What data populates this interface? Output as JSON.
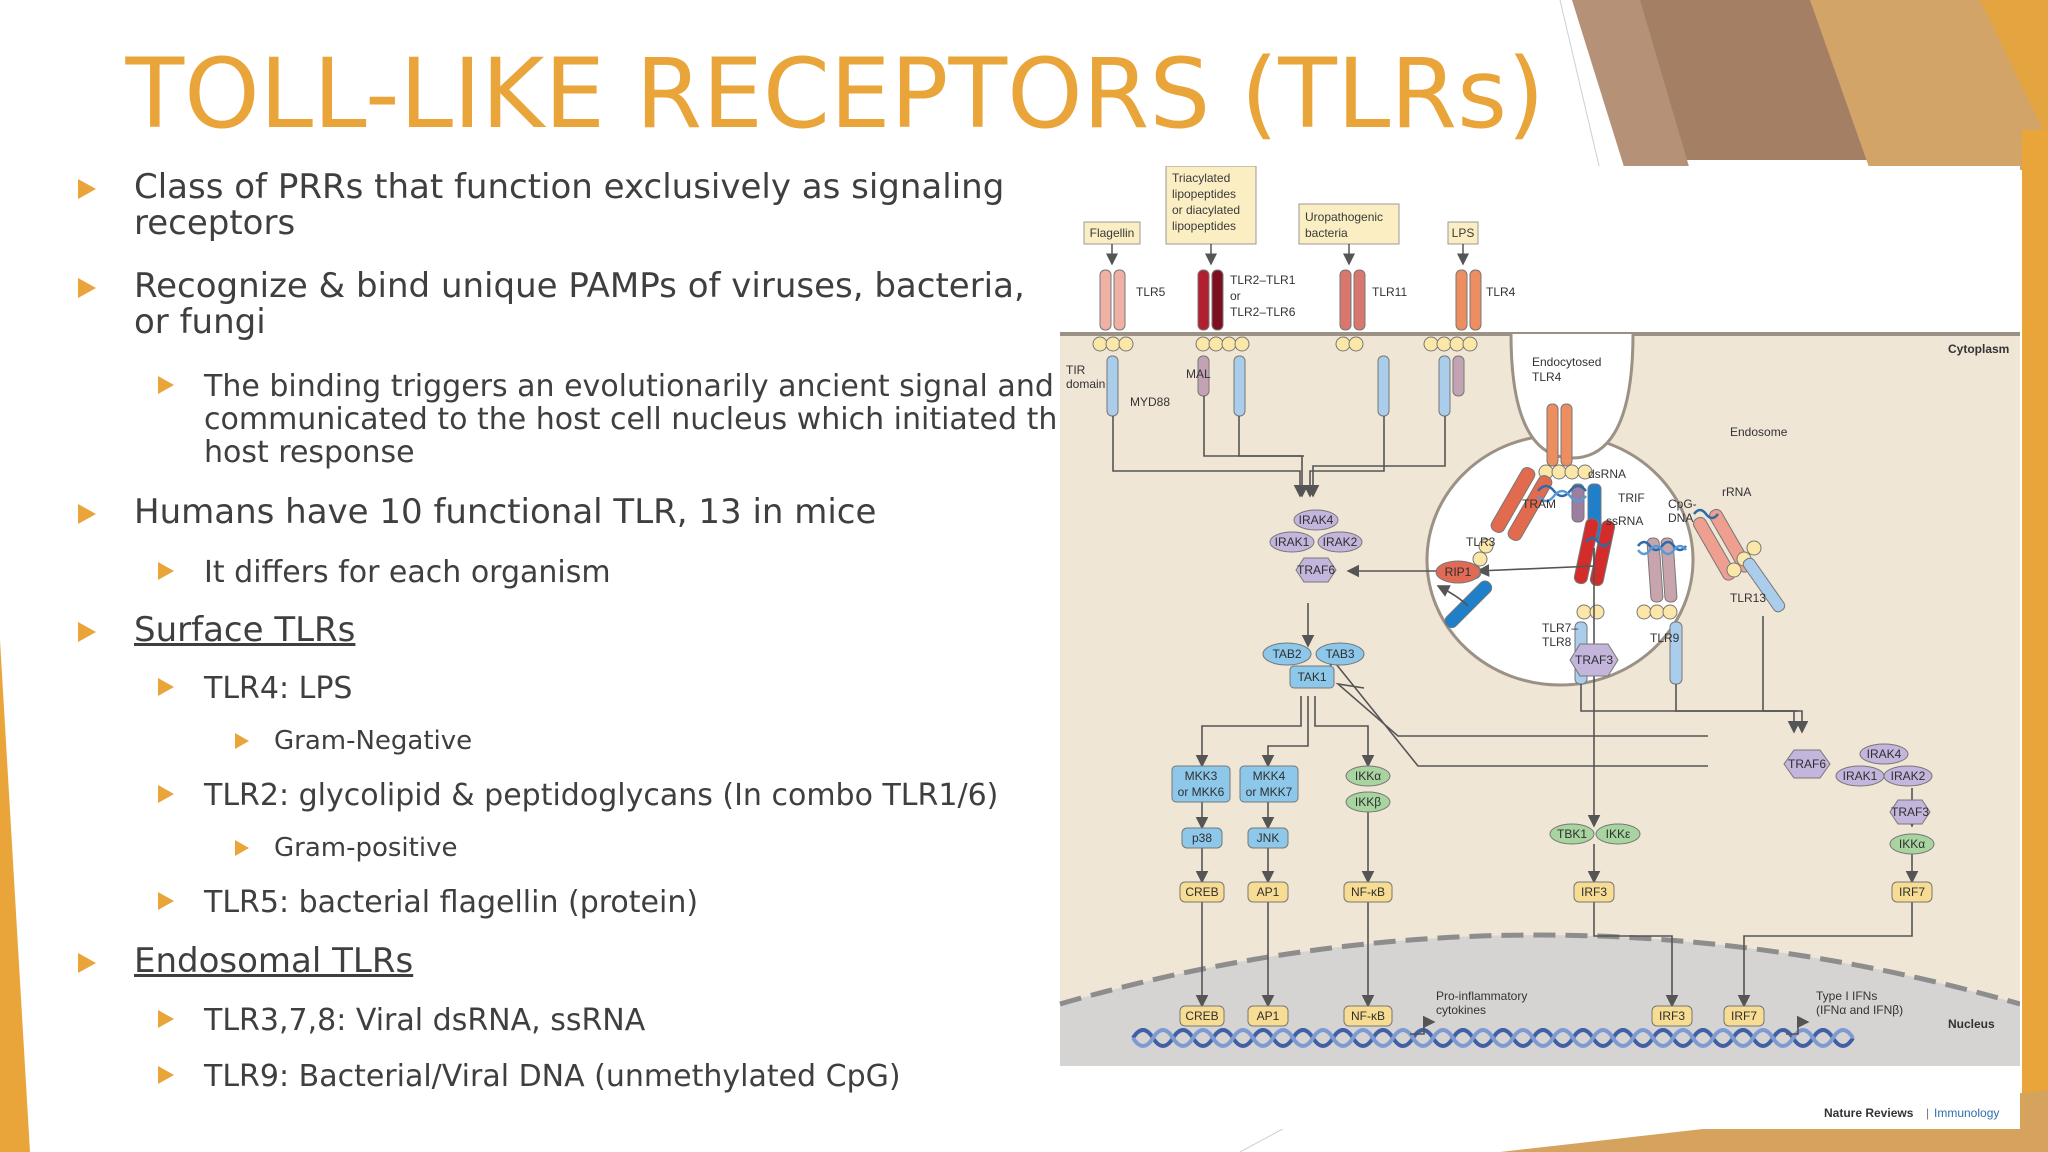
{
  "slide": {
    "title": "TOLL-LIKE RECEPTORS (TLRs)",
    "bullets": [
      {
        "level": 1,
        "text": "Class of PRRs that function exclusively as signaling receptors"
      },
      {
        "level": 1,
        "text": "Recognize & bind unique PAMPs of viruses, bacteria, or fungi"
      },
      {
        "level": 2,
        "text": "The binding triggers an evolutionarily ancient signal and is communicated to the host cell nucleus which initiated the host response"
      },
      {
        "level": 1,
        "text": "Humans have 10 functional TLR, 13 in mice"
      },
      {
        "level": 2,
        "text": "It differs for each organism"
      },
      {
        "level": 1,
        "text": "Surface TLRs",
        "underline": true
      },
      {
        "level": 2,
        "text": "TLR4: LPS"
      },
      {
        "level": 3,
        "text": "Gram-Negative"
      },
      {
        "level": 2,
        "text": "TLR2: glycolipid & peptidoglycans (In combo TLR1/6)"
      },
      {
        "level": 3,
        "text": "Gram-positive"
      },
      {
        "level": 2,
        "text": "TLR5: bacterial flagellin (protein)"
      },
      {
        "level": 1,
        "text": "Endosomal TLRs",
        "underline": true
      },
      {
        "level": 2,
        "text": "TLR3,7,8: Viral dsRNA, ssRNA"
      },
      {
        "level": 2,
        "text": "TLR9: Bacterial/Viral DNA (unmethylated CpG)"
      }
    ]
  },
  "figure": {
    "ligands": {
      "flagellin": "Flagellin",
      "lipo1": "Triacylated",
      "lipo2": "lipopeptides",
      "lipo3": "or diacylated",
      "lipo4": "lipopeptides",
      "uro1": "Uropathogenic",
      "uro2": "bacteria",
      "lps": "LPS"
    },
    "receptors": {
      "tlr5": "TLR5",
      "tlr21": "TLR2–TLR1",
      "or": "or",
      "tlr26": "TLR2–TLR6",
      "tlr11": "TLR11",
      "tlr4": "TLR4",
      "endo_tlr4_1": "Endocytosed",
      "endo_tlr4_2": "TLR4",
      "tlr3": "TLR3",
      "tlr78_1": "TLR7–",
      "tlr78_2": "TLR8",
      "tlr9": "TLR9",
      "tlr13": "TLR13"
    },
    "labels": {
      "tir1": "TIR",
      "tir2": "domain",
      "mal": "MAL",
      "myd88": "MYD88",
      "tram": "TRAM",
      "trif": "TRIF",
      "cytoplasm": "Cytoplasm",
      "endosome": "Endosome",
      "dsrna": "dsRNA",
      "ssrna": "ssRNA",
      "cpg1": "CpG-",
      "cpg2": "DNA",
      "rrna": "rRNA",
      "nucleus": "Nucleus",
      "proinf1": "Pro-inflammatory",
      "proinf2": "cytokines",
      "ifn1": "Type I IFNs",
      "ifn2": "(IFNα and IFNβ)",
      "source": "Nature Reviews",
      "source2": "Immunology",
      "sep": "|"
    },
    "nodes": {
      "irak4": "IRAK4",
      "irak1": "IRAK1",
      "irak2": "IRAK2",
      "traf6": "TRAF6",
      "rip1": "RIP1",
      "tab2": "TAB2",
      "tab3": "TAB3",
      "tak1": "TAK1",
      "traf3": "TRAF3",
      "mkk3a": "MKK3",
      "mkk3b": "or MKK6",
      "mkk4a": "MKK4",
      "mkk4b": "or MKK7",
      "ikka": "IKKα",
      "ikkb": "IKKβ",
      "p38": "p38",
      "jnk": "JNK",
      "creb": "CREB",
      "ap1": "AP1",
      "nfkb": "NF-κB",
      "tbk1": "TBK1",
      "ikke": "IKKε",
      "irf3": "IRF3",
      "irf7": "IRF7",
      "traf6b": "TRAF6",
      "irak4b": "IRAK4",
      "irak1b": "IRAK1",
      "irak2b": "IRAK2",
      "traf3b": "TRAF3",
      "ikkab": "IKKα",
      "creb_n": "CREB",
      "ap1_n": "AP1",
      "nfkb_n": "NF-κB",
      "irf3_n": "IRF3",
      "irf7_n": "IRF7"
    },
    "colors": {
      "accent": "#e9a43a",
      "cytoplasm": "#efe6d6",
      "nucleus": "#d6d4d2",
      "purple": "#c3b5dc",
      "blue": "#8dc8ea",
      "green": "#a8d4a0",
      "yellow": "#f7dc93",
      "rip1": "#e06a55"
    }
  }
}
